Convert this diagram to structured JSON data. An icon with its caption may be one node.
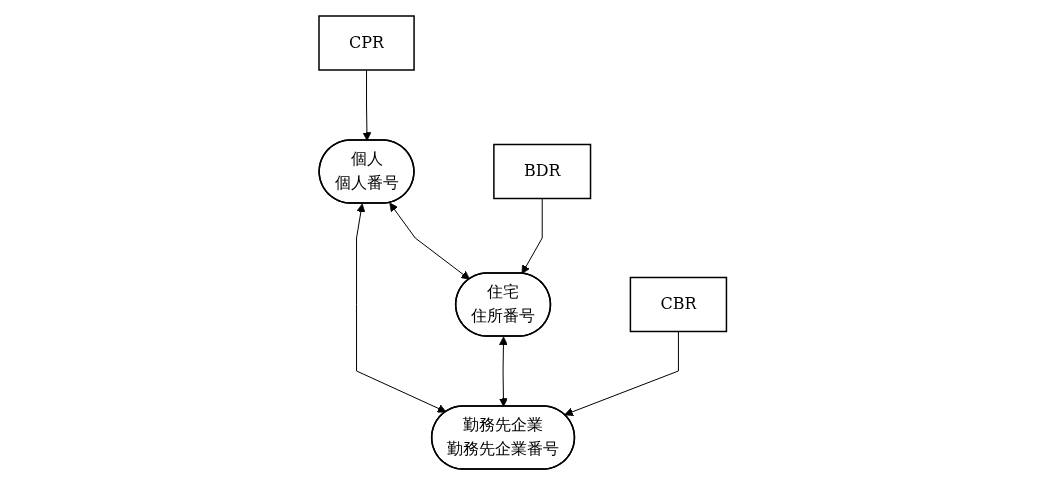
{
  "diagram": {
    "nodes": [
      {
        "text": [
          "CPR"
        ]
      },
      {
        "text": [
          "個人",
          "個人番号"
        ]
      },
      {
        "text": [
          "住宅",
          "住所番号"
        ]
      },
      {
        "text": [
          "勤務先企業",
          "勤務先企業番号"
        ]
      },
      {
        "text": [
          "BDR"
        ]
      },
      {
        "text": [
          "CBR"
        ]
      }
    ],
    "edges": [
      {
        "from": 0,
        "to": 1,
        "arrow": "to"
      },
      {
        "from": 1,
        "to": 2,
        "arrow": "both"
      },
      {
        "from": 1,
        "to": 3,
        "arrow": "both"
      },
      {
        "from": 2,
        "to": 3,
        "arrow": "both"
      },
      {
        "from": 4,
        "to": 2,
        "arrow": "to"
      },
      {
        "from": 5,
        "to": 3,
        "arrow": "to"
      }
    ]
  }
}
